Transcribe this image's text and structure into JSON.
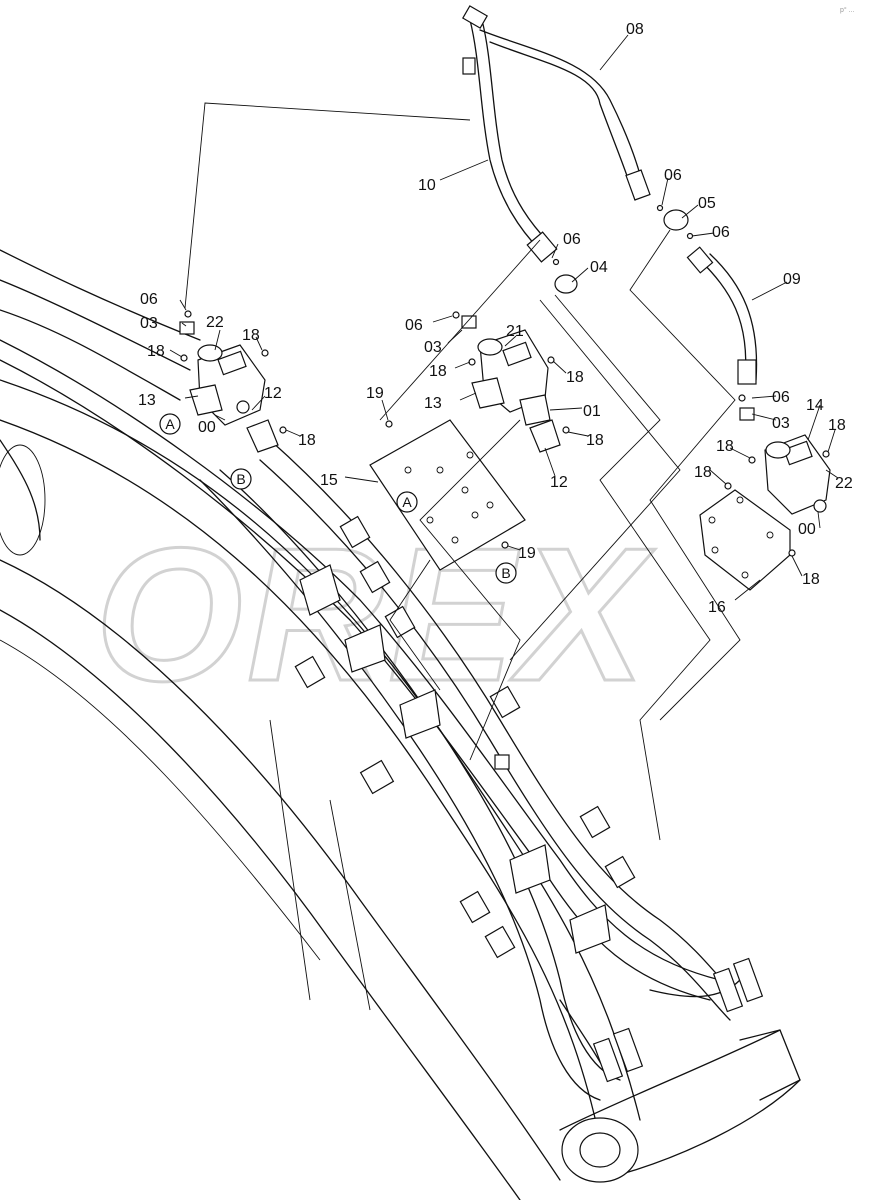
{
  "watermark": "OREX",
  "corner_text": "p° ...",
  "callouts": [
    {
      "id": "c08",
      "text": "08"
    },
    {
      "id": "c10",
      "text": "10"
    },
    {
      "id": "c06a",
      "text": "06"
    },
    {
      "id": "c05",
      "text": "05"
    },
    {
      "id": "c06b",
      "text": "06"
    },
    {
      "id": "c06c",
      "text": "06"
    },
    {
      "id": "c04",
      "text": "04"
    },
    {
      "id": "c09",
      "text": "09"
    },
    {
      "id": "c06d",
      "text": "06"
    },
    {
      "id": "c03a",
      "text": "03"
    },
    {
      "id": "c22a",
      "text": "22"
    },
    {
      "id": "c18a",
      "text": "18"
    },
    {
      "id": "c18b",
      "text": "18"
    },
    {
      "id": "c13a",
      "text": "13"
    },
    {
      "id": "c12a",
      "text": "12"
    },
    {
      "id": "c00a",
      "text": "00"
    },
    {
      "id": "c18c",
      "text": "18"
    },
    {
      "id": "c06e",
      "text": "06"
    },
    {
      "id": "c03b",
      "text": "03"
    },
    {
      "id": "c21",
      "text": "21"
    },
    {
      "id": "c18d",
      "text": "18"
    },
    {
      "id": "c18e",
      "text": "18"
    },
    {
      "id": "c19a",
      "text": "19"
    },
    {
      "id": "c13b",
      "text": "13"
    },
    {
      "id": "c01",
      "text": "01"
    },
    {
      "id": "c18f",
      "text": "18"
    },
    {
      "id": "c15",
      "text": "15"
    },
    {
      "id": "c12b",
      "text": "12"
    },
    {
      "id": "c19b",
      "text": "19"
    },
    {
      "id": "c06f",
      "text": "06"
    },
    {
      "id": "c03c",
      "text": "03"
    },
    {
      "id": "c14",
      "text": "14"
    },
    {
      "id": "c18g",
      "text": "18"
    },
    {
      "id": "c18h",
      "text": "18"
    },
    {
      "id": "c18i",
      "text": "18"
    },
    {
      "id": "c22b",
      "text": "22"
    },
    {
      "id": "c00b",
      "text": "00"
    },
    {
      "id": "c18j",
      "text": "18"
    },
    {
      "id": "c16",
      "text": "16"
    }
  ],
  "references": [
    {
      "id": "refA1",
      "text": "A"
    },
    {
      "id": "refB1",
      "text": "B"
    },
    {
      "id": "refA2",
      "text": "A"
    },
    {
      "id": "refB2",
      "text": "B"
    }
  ]
}
